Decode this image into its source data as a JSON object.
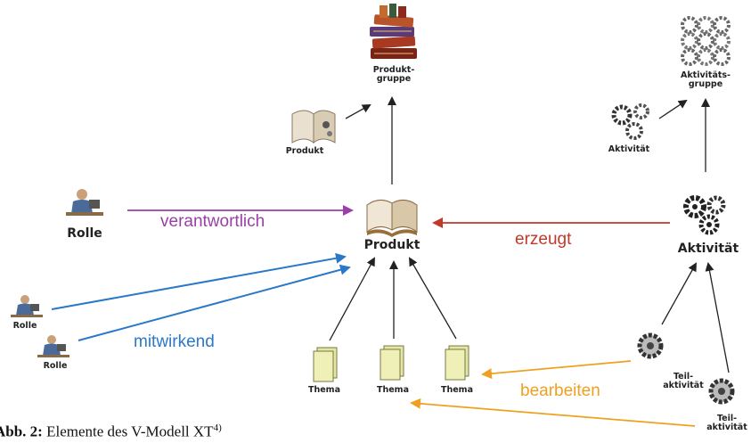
{
  "nodes": {
    "produktgruppe": "Produkt-\ngruppe",
    "produkt_small": "Produkt",
    "produkt": "Produkt",
    "aktivitaetsgruppe": "Aktivitäts-\ngruppe",
    "aktivitaet_small": "Aktivität",
    "aktivitaet": "Aktivität",
    "rolle_main": "Rolle",
    "rolle_1": "Rolle",
    "rolle_2": "Rolle",
    "thema_1": "Thema",
    "thema_2": "Thema",
    "thema_3": "Thema",
    "teilaktivitaet_1": "Teil-\naktivität",
    "teilaktivitaet_2": "Teil-\naktivität"
  },
  "relations": {
    "verantwortlich": "verantwortlich",
    "erzeugt": "erzeugt",
    "mitwirkend": "mitwirkend",
    "bearbeiten": "bearbeiten"
  },
  "colors": {
    "verantwortlich": "#9b3fa8",
    "erzeugt": "#c0392b",
    "mitwirkend": "#2a78c8",
    "bearbeiten": "#f0a020",
    "structure": "#222222"
  },
  "caption": {
    "prefix": "Abb. 2:",
    "text": " Elemente des V-Modell XT",
    "footnote": "4)"
  }
}
